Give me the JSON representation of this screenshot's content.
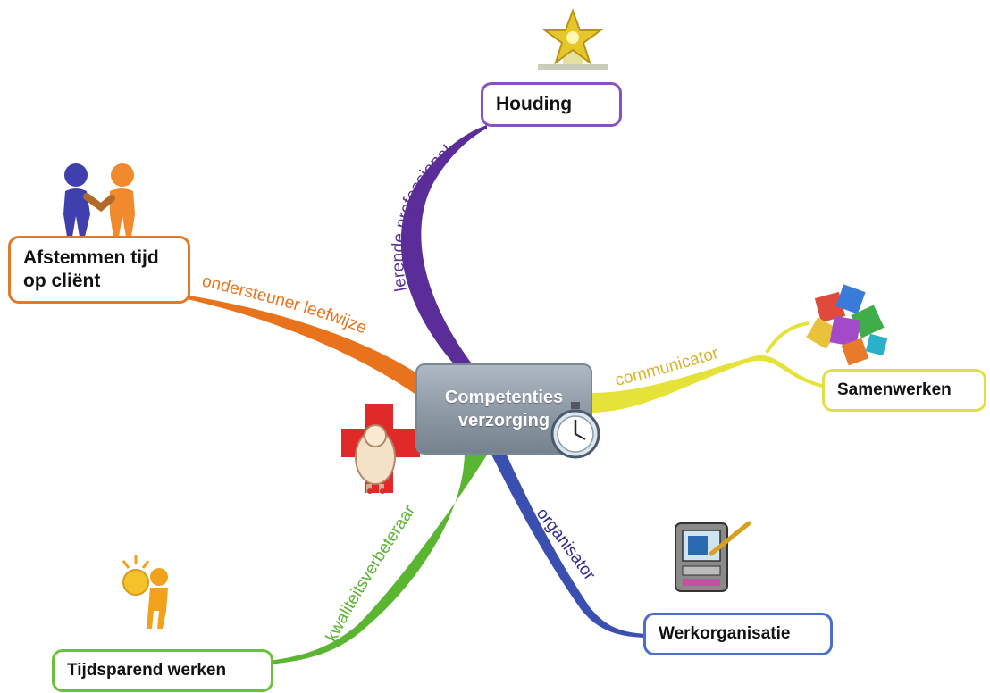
{
  "center": {
    "line1": "Competenties",
    "line2": "verzorging"
  },
  "branches": {
    "houding": {
      "label": "lerende professional",
      "node": "Houding",
      "color": "#5a2d98",
      "border": "#8a4fc0"
    },
    "afstemmen": {
      "label": "ondersteuner leefwijze",
      "node_line1": "Afstemmen tijd",
      "node_line2": "op cliënt",
      "color": "#e8731c",
      "border": "#e07a2a"
    },
    "samenwerken": {
      "label": "communicator",
      "node": "Samenwerken",
      "color": "#e5e23a",
      "label_color": "#d9b32a",
      "border": "#e2df45"
    },
    "werkorg": {
      "label": "organisator",
      "node": "Werkorganisatie",
      "color": "#3a4fb0",
      "label_color": "#2f2a8c",
      "border": "#4a6fc8"
    },
    "tijdsparend": {
      "label": "kwaliteitsverbeteraar",
      "node": "Tijdsparend werken",
      "color": "#5ab530",
      "border": "#6cc040"
    }
  },
  "icons": [
    "trophy-star-icon",
    "handshake-people-icon",
    "puzzle-pieces-icon",
    "nurse-red-cross-icon",
    "stopwatch-icon",
    "lightbulb-person-icon",
    "pda-stylus-icon"
  ]
}
